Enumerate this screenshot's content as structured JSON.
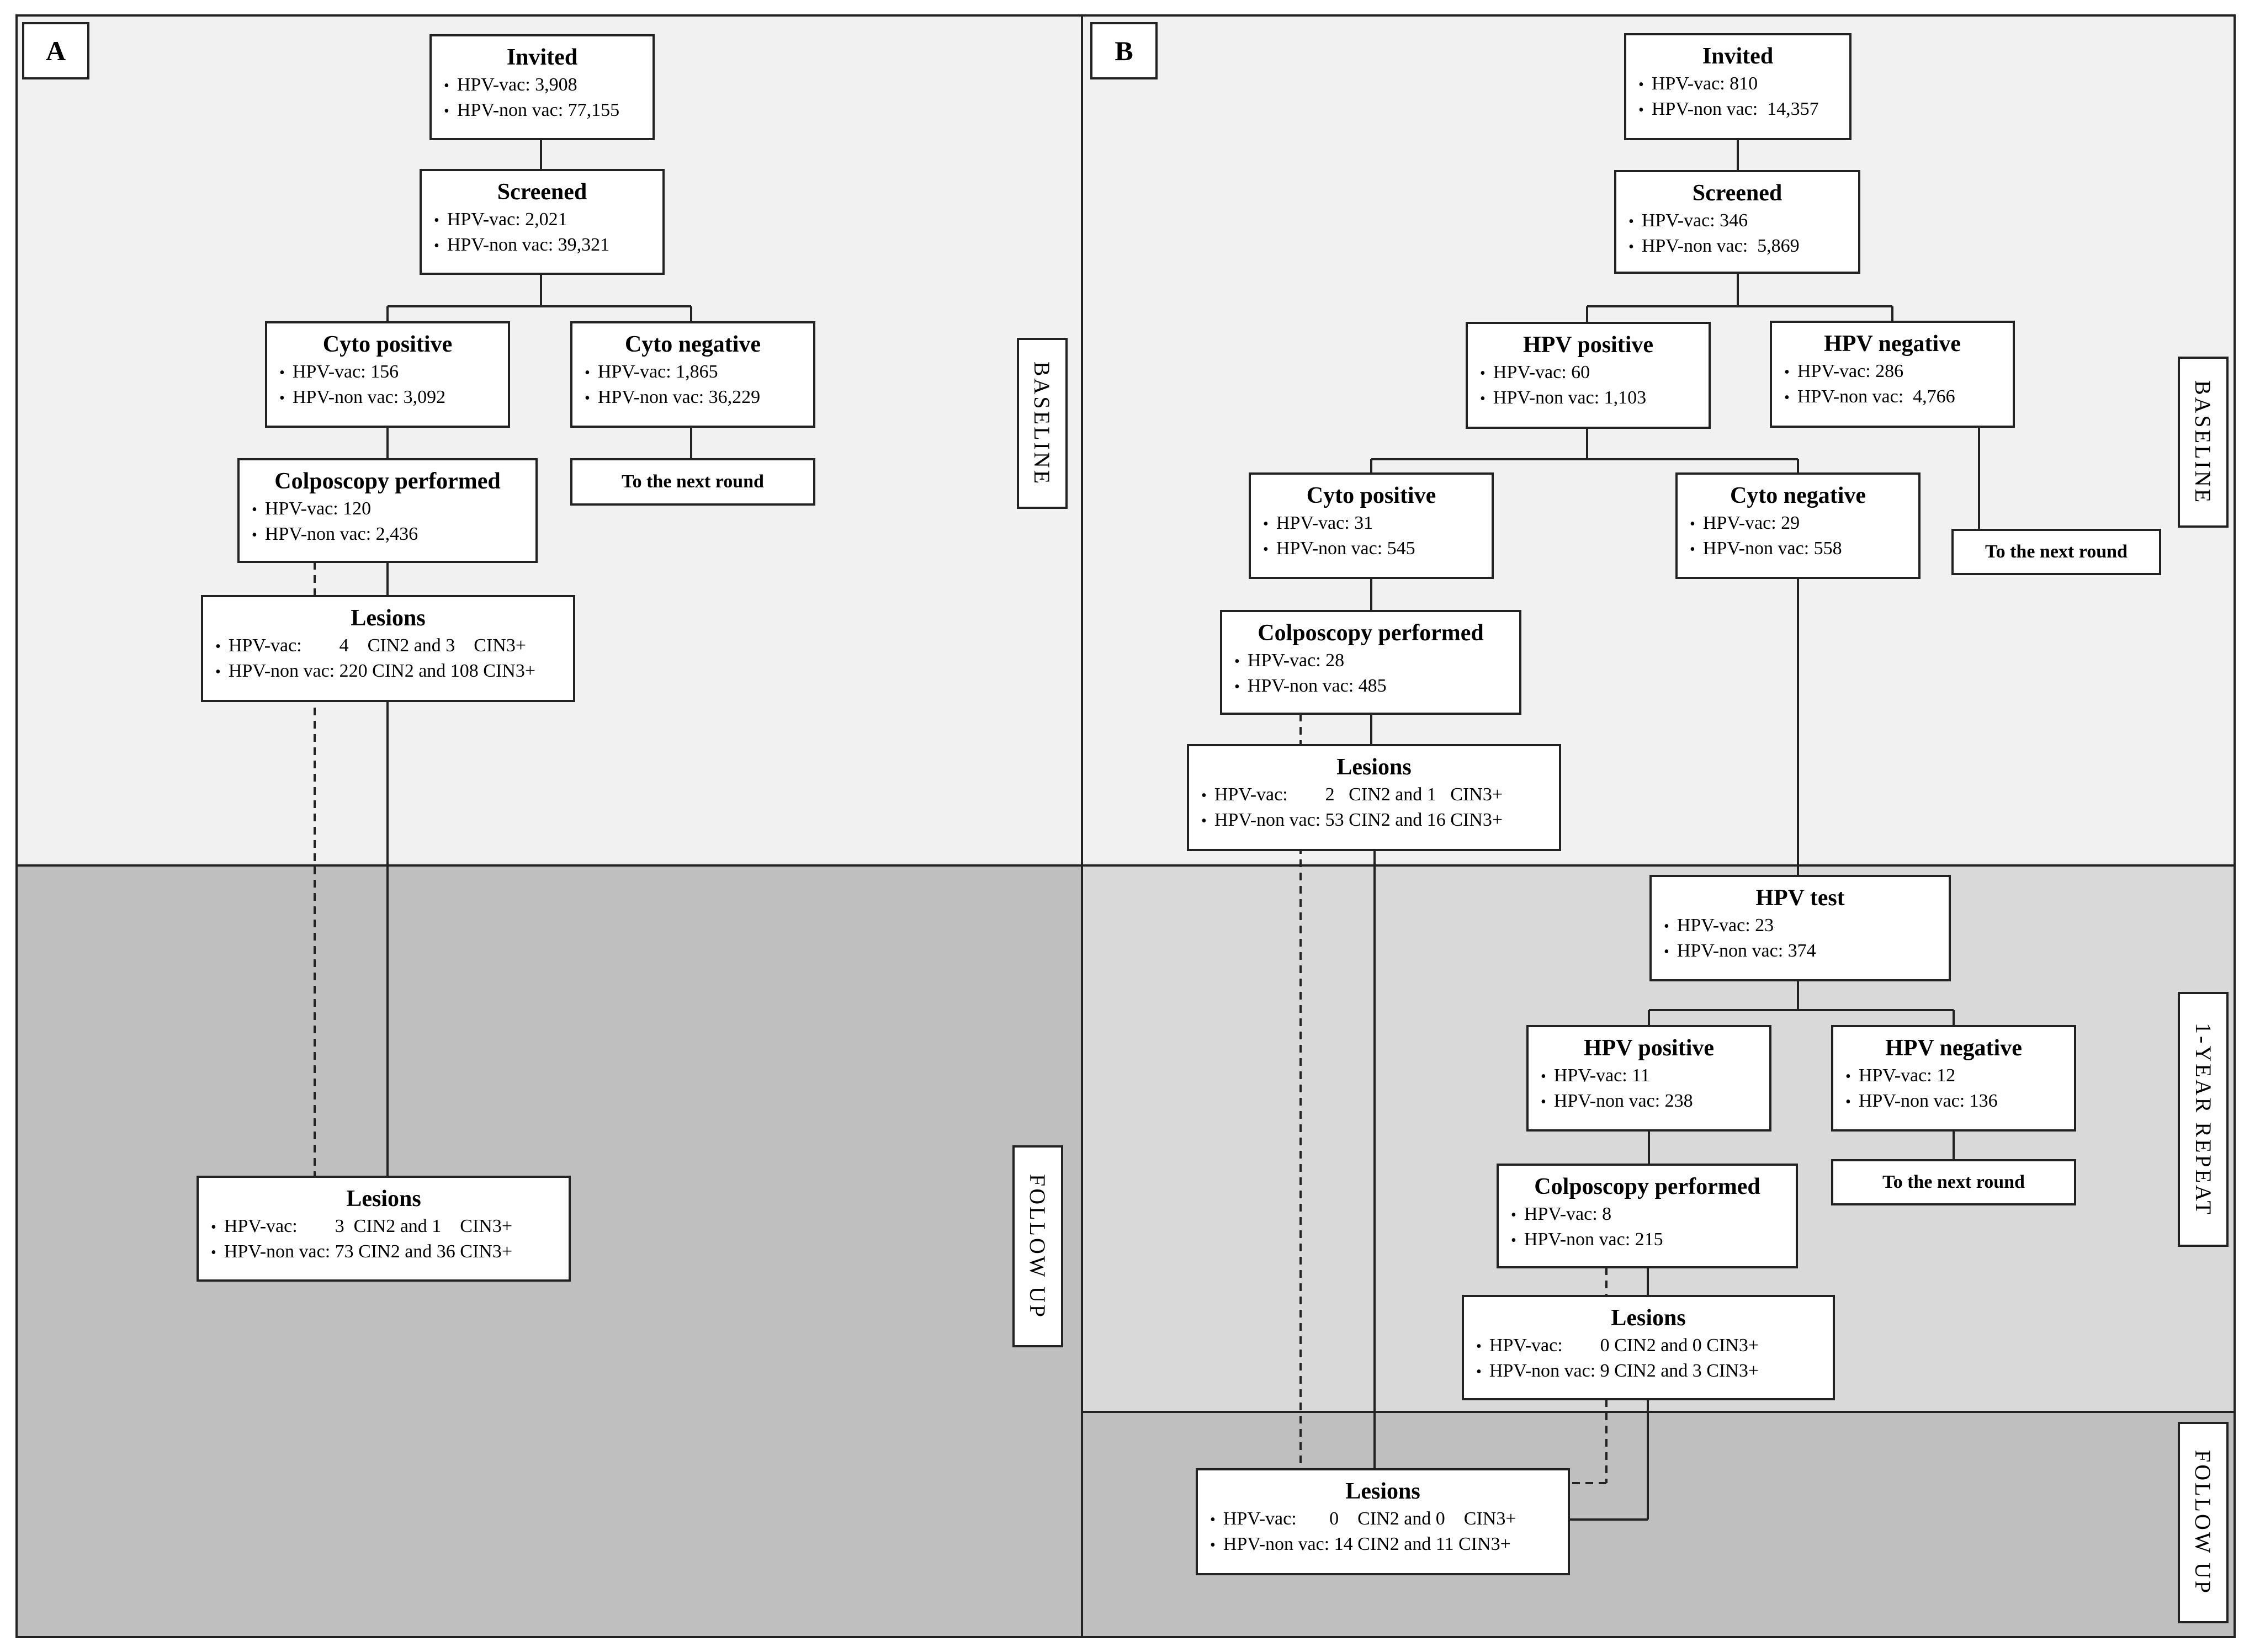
{
  "colors": {
    "baseline_bg": "#f1f1f1",
    "repeat_bg": "#d9d9d9",
    "followup_bg": "#bfbfbf",
    "line": "#222222"
  },
  "panel_a": {
    "letter": "A",
    "phases": {
      "baseline": "BASELINE",
      "followup": "FOLLOW UP"
    },
    "invited": {
      "title": "Invited",
      "lines": [
        "HPV-vac: 3,908",
        "HPV-non vac: 77,155"
      ]
    },
    "screened": {
      "title": "Screened",
      "lines": [
        "HPV-vac: 2,021",
        "HPV-non vac: 39,321"
      ]
    },
    "cyto_pos": {
      "title": "Cyto positive",
      "lines": [
        "HPV-vac: 156",
        "HPV-non vac: 3,092"
      ]
    },
    "cyto_neg": {
      "title": "Cyto negative",
      "lines": [
        "HPV-vac: 1,865",
        "HPV-non vac: 36,229"
      ]
    },
    "next_round": "To the next round",
    "colposcopy": {
      "title": "Colposcopy performed",
      "lines": [
        "HPV-vac: 120",
        "HPV-non vac: 2,436"
      ]
    },
    "lesions": {
      "title": "Lesions",
      "lines": [
        "HPV-vac:        4    CIN2 and 3    CIN3+",
        "HPV-non vac: 220 CIN2 and 108 CIN3+"
      ]
    },
    "fu_lesions": {
      "title": "Lesions",
      "lines": [
        "HPV-vac:        3  CIN2 and 1    CIN3+",
        "HPV-non vac: 73 CIN2 and 36 CIN3+"
      ]
    }
  },
  "panel_b": {
    "letter": "B",
    "phases": {
      "baseline": "BASELINE",
      "repeat": "1-YEAR REPEAT",
      "followup": "FOLLOW UP"
    },
    "invited": {
      "title": "Invited",
      "lines": [
        "HPV-vac: 810",
        "HPV-non vac:  14,357"
      ]
    },
    "screened": {
      "title": "Screened",
      "lines": [
        "HPV-vac: 346",
        "HPV-non vac:  5,869"
      ]
    },
    "hpv_pos": {
      "title": "HPV positive",
      "lines": [
        "HPV-vac: 60",
        "HPV-non vac: 1,103"
      ]
    },
    "hpv_neg": {
      "title": "HPV negative",
      "lines": [
        "HPV-vac: 286",
        "HPV-non vac:  4,766"
      ]
    },
    "next_round_1": "To the next round",
    "cyto_pos": {
      "title": "Cyto positive",
      "lines": [
        "HPV-vac: 31",
        "HPV-non vac: 545"
      ]
    },
    "cyto_neg": {
      "title": "Cyto negative",
      "lines": [
        "HPV-vac: 29",
        "HPV-non vac: 558"
      ]
    },
    "colposcopy": {
      "title": "Colposcopy performed",
      "lines": [
        "HPV-vac: 28",
        "HPV-non vac: 485"
      ]
    },
    "lesions": {
      "title": "Lesions",
      "lines": [
        "HPV-vac:        2   CIN2 and 1   CIN3+",
        "HPV-non vac: 53 CIN2 and 16 CIN3+"
      ]
    },
    "hpv_test": {
      "title": "HPV test",
      "lines": [
        "HPV-vac: 23",
        "HPV-non vac: 374"
      ]
    },
    "r_hpv_pos": {
      "title": "HPV positive",
      "lines": [
        "HPV-vac: 11",
        "HPV-non vac: 238"
      ]
    },
    "r_hpv_neg": {
      "title": "HPV negative",
      "lines": [
        "HPV-vac: 12",
        "HPV-non vac: 136"
      ]
    },
    "next_round_2": "To the next round",
    "r_colposcopy": {
      "title": "Colposcopy performed",
      "lines": [
        "HPV-vac: 8",
        "HPV-non vac: 215"
      ]
    },
    "r_lesions": {
      "title": "Lesions",
      "lines": [
        "HPV-vac:        0 CIN2 and 0 CIN3+",
        "HPV-non vac: 9 CIN2 and 3 CIN3+"
      ]
    },
    "fu_lesions": {
      "title": "Lesions",
      "lines": [
        "HPV-vac:       0    CIN2 and 0    CIN3+",
        "HPV-non vac: 14 CIN2 and 11 CIN3+"
      ]
    }
  }
}
